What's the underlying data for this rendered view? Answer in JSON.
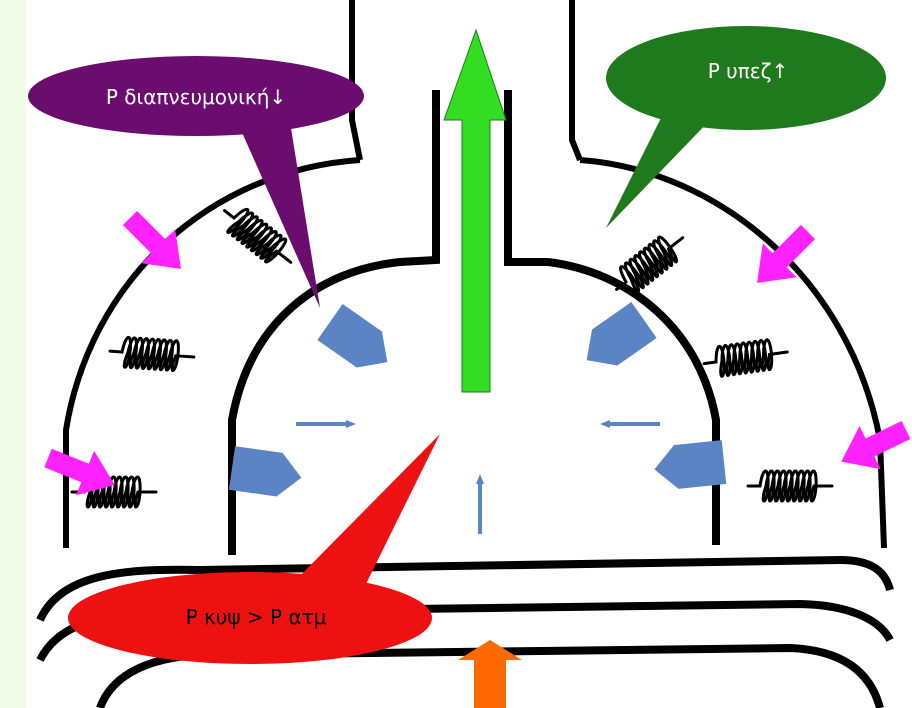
{
  "labels": {
    "pleural_pressure": "P υπεζ↑",
    "transpulmonary_pressure": "P διαπνευμονική↓",
    "alveolar_pressure": "P κυψ > P ατμ"
  },
  "colors": {
    "background_frame": "#f2fbe8",
    "callout_purple": "#6a0d6e",
    "callout_green": "#1e7a1c",
    "callout_red": "#ee1111",
    "arrow_up_green": "#33dd22",
    "arrow_magenta": "#ff22ff",
    "arrow_orange": "#ff6a00",
    "pointer_blue": "#5b84c4"
  }
}
